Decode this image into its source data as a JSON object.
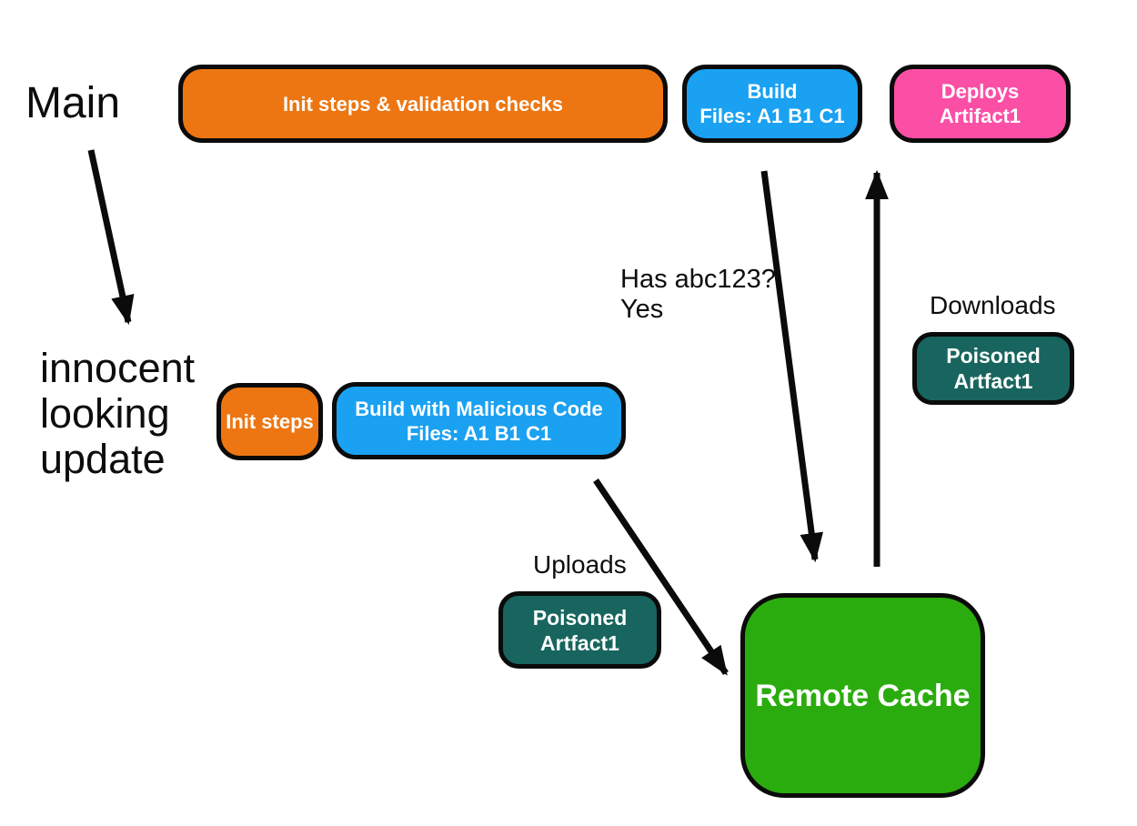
{
  "colors": {
    "orange": "#ED7612",
    "blue": "#1BA1F1",
    "pink": "#FB4FA6",
    "teal": "#17655E",
    "green": "#2BAC0E",
    "stroke": "#0B0B0B"
  },
  "labels": {
    "main": "Main",
    "innocent": {
      "line1": "innocent",
      "line2": "looking",
      "line3": "update"
    },
    "has_hash": {
      "line1": "Has abc123?",
      "line2": "Yes"
    },
    "downloads": "Downloads",
    "uploads": "Uploads"
  },
  "nodes": {
    "init_validation": {
      "label": "Init steps & validation checks"
    },
    "build": {
      "line1": "Build",
      "line2": "Files: A1 B1 C1"
    },
    "deploys": {
      "line1": "Deploys",
      "line2": "Artifact1"
    },
    "init_steps": {
      "label": "Init steps"
    },
    "build_malicious": {
      "line1": "Build with Malicious Code",
      "line2": "Files: A1 B1 C1"
    },
    "poisoned_download": {
      "line1": "Poisoned",
      "line2": "Artfact1"
    },
    "poisoned_upload": {
      "line1": "Poisoned",
      "line2": "Artfact1"
    },
    "remote_cache": {
      "label": "Remote Cache"
    }
  },
  "arrows": [
    {
      "name": "main-to-innocent-update",
      "from": "main",
      "to": "innocent-update"
    },
    {
      "name": "build-to-remote-cache",
      "from": "build",
      "to": "remote-cache"
    },
    {
      "name": "remote-cache-to-deploys",
      "from": "remote-cache",
      "to": "deploys"
    },
    {
      "name": "build-malicious-to-remote-cache",
      "from": "build-malicious",
      "to": "remote-cache"
    }
  ]
}
